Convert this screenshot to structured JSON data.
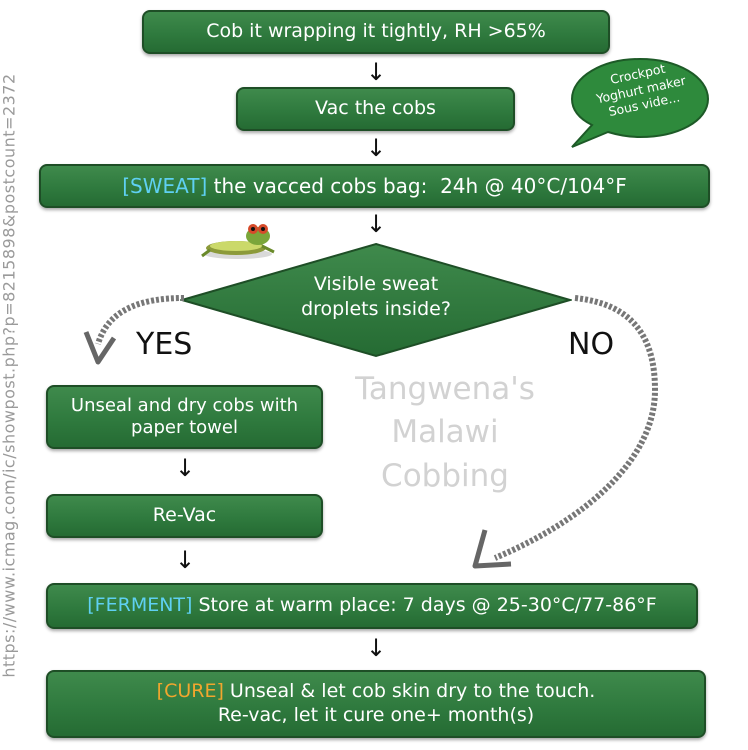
{
  "watermark_url": "https://www.icmag.com/ic/showpost.php?p=8215898&postcount=2372",
  "steps": {
    "cob": "Cob it wrapping it tightly, RH >65%",
    "vac": "Vac the cobs",
    "sweat_tag": "[SWEAT]",
    "sweat_text": " the vacced cobs bag:  24h @ 40°C/104°F",
    "decision_line1": "Visible sweat",
    "decision_line2": "droplets inside?",
    "unseal_line1": "Unseal and dry cobs with",
    "unseal_line2": "paper towel",
    "revac": "Re-Vac",
    "ferment_tag": "[FERMENT]",
    "ferment_text": " Store at warm place: 7 days @ 25-30°C/77-86°F",
    "cure_tag": "[CURE]",
    "cure_text1": " Unseal & let cob skin dry to the touch.",
    "cure_text2": "Re-vac, let it cure one+ month(s)"
  },
  "labels": {
    "yes": "YES",
    "no": "NO"
  },
  "bubble": {
    "line1": "Crockpot",
    "line2": "Yoghurt maker",
    "line3": "Sous vide..."
  },
  "center_watermark": {
    "line1": "Tangwena's",
    "line2": "Malawi",
    "line3": "Cobbing"
  },
  "arrow_glyph": "↓",
  "colors": {
    "box_green": "#2f7a3e",
    "tag_blue": "#5fd0f2",
    "tag_orange": "#f2a62e"
  },
  "icons": {
    "frog": "frog-icon"
  }
}
